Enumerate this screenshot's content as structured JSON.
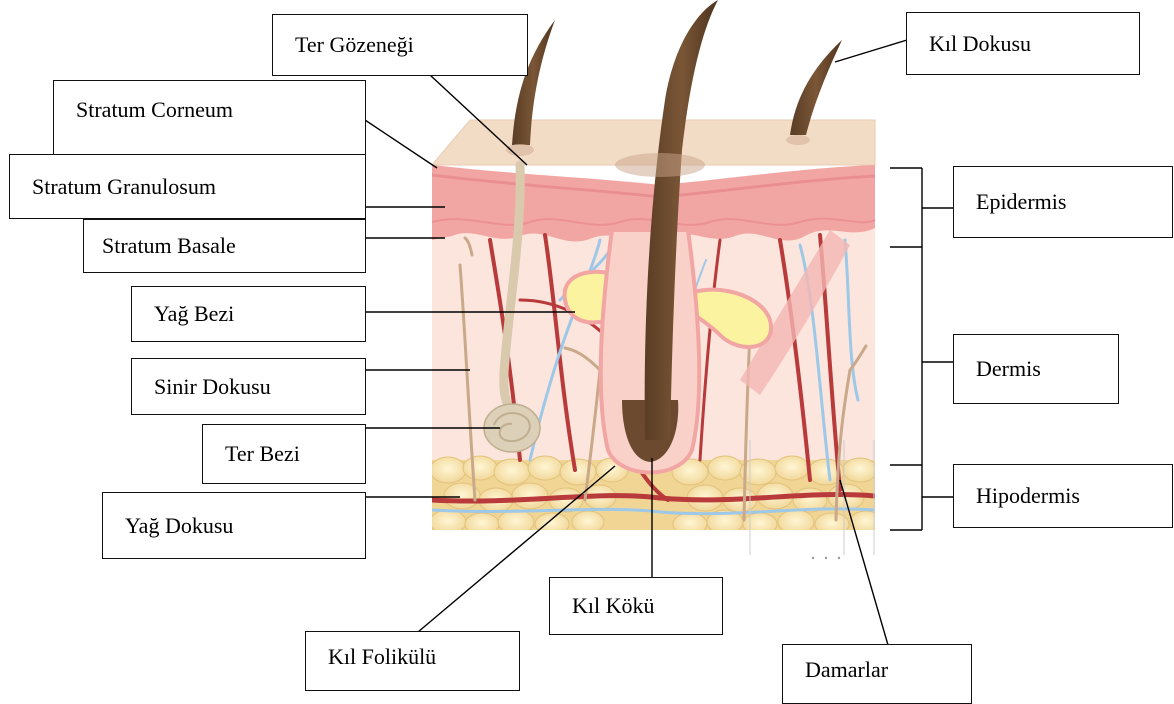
{
  "labels": {
    "ter_gozenegi": "Ter Gözeneği",
    "stratum_corneum": "Stratum Corneum",
    "stratum_granulosum": "Stratum Granulosum",
    "stratum_basale": "Stratum Basale",
    "yag_bezi": "Yağ Bezi",
    "sinir_dokusu": "Sinir Dokusu",
    "ter_bezi": "Ter Bezi",
    "yag_dokusu": "Yağ Dokusu",
    "kil_folikulu": "Kıl Folikülü",
    "kil_koku": "Kıl Kökü",
    "damarlar": "Damarlar",
    "kil_dokusu": "Kıl Dokusu",
    "epidermis": "Epidermis",
    "dermis": "Dermis",
    "hipodermis": "Hipodermis"
  },
  "colors": {
    "surface": "#f3dcc6",
    "epidermis": "#f2a6a4",
    "dermis": "#fbe5dc",
    "fat": "#f7e3ad",
    "hair": "#6b4a2f",
    "artery": "#b83a3a",
    "vein": "#9ec8e8",
    "nerve": "#c9a98a",
    "sebaceous": "#fbf3a0"
  }
}
